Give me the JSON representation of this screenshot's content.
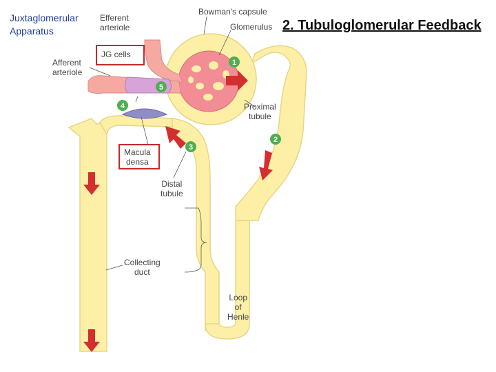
{
  "slide": {
    "heading_left_line1": "Juxtaglomerular",
    "heading_left_line2": "Apparatus",
    "title": "2. Tubuloglomerular Feedback"
  },
  "labels": {
    "efferent_line1": "Efferent",
    "efferent_line2": "arteriole",
    "bowmans_capsule": "Bowman's capsule",
    "glomerulus": "Glomerulus",
    "jg_cells": "JG cells",
    "afferent_line1": "Afferent",
    "afferent_line2": "arteriole",
    "proximal_line1": "Proximal",
    "proximal_line2": "tubule",
    "macula_line1": "Macula",
    "macula_line2": "densa",
    "distal_line1": "Distal",
    "distal_line2": "tubule",
    "collecting_line1": "Collecting",
    "collecting_line2": "duct",
    "loop_line1": "Loop",
    "loop_line2": "of",
    "loop_line3": "Henle"
  },
  "markers": [
    "1",
    "2",
    "3",
    "4",
    "5"
  ],
  "colors": {
    "tubule": "#fdf0a6",
    "tubule_outline": "#e8d584",
    "vessel": "#f5a9a0",
    "glomerulus": "#f28c95",
    "jg_cells": "#d7a3d9",
    "macula_densa": "#8e8dc7",
    "arrow": "#d32f2f",
    "marker": "#4caf50",
    "highlight_box": "#c62828",
    "heading": "#1f3d99"
  }
}
